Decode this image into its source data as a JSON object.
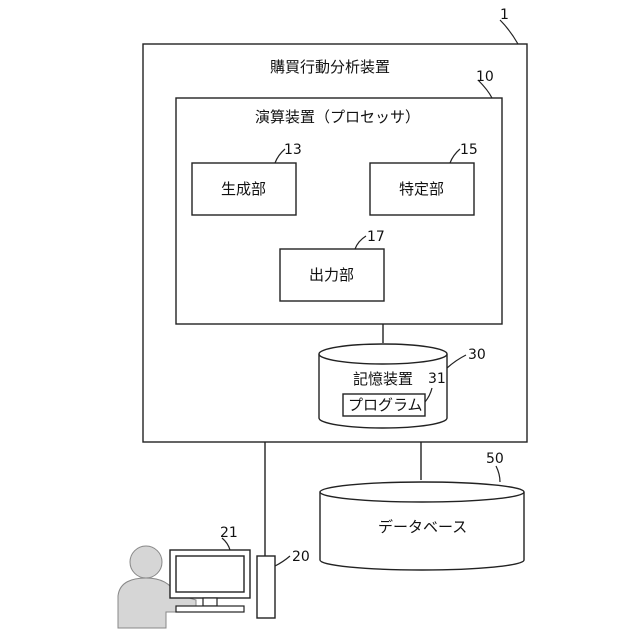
{
  "device": {
    "title": "購買行動分析装置",
    "ref": "1"
  },
  "processor": {
    "title": "演算装置（プロセッサ）",
    "ref": "10"
  },
  "units": {
    "generation": {
      "label": "生成部",
      "ref": "13"
    },
    "specification": {
      "label": "特定部",
      "ref": "15"
    },
    "output": {
      "label": "出力部",
      "ref": "17"
    }
  },
  "storage": {
    "title": "記憶装置",
    "ref": "30",
    "program_label": "プログラム",
    "program_ref": "31"
  },
  "database": {
    "label": "データベース",
    "ref": "50"
  },
  "terminal": {
    "ref": "20",
    "monitor_ref": "21"
  },
  "colors": {
    "line": "#222222",
    "person": "#d6d6d6",
    "screen": "#ffffff"
  }
}
